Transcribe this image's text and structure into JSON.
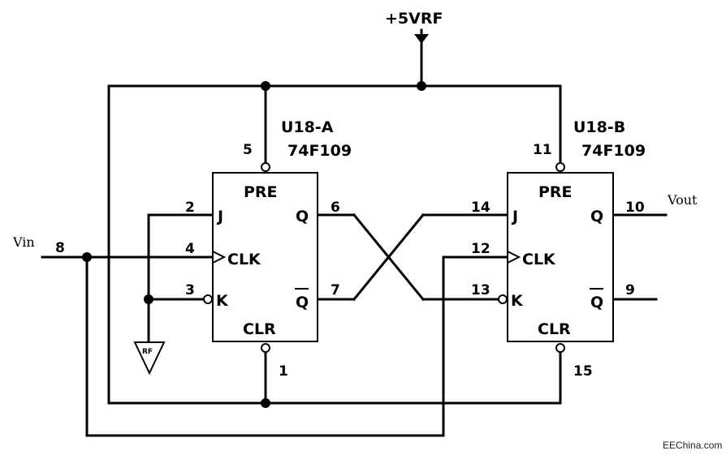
{
  "power": {
    "label": "+5VRF"
  },
  "chips": [
    {
      "ref": "U18-A",
      "part": "74F109",
      "pins": {
        "pre": "5",
        "j": "2",
        "clk": "4",
        "k": "3",
        "q": "6",
        "qbar": "7",
        "clr": "1"
      }
    },
    {
      "ref": "U18-B",
      "part": "74F109",
      "pins": {
        "pre": "11",
        "j": "14",
        "clk": "12",
        "k": "13",
        "q": "10",
        "qbar": "9",
        "clr": "15"
      }
    }
  ],
  "ff_labels": {
    "pre": "PRE",
    "j": "J",
    "clk": "CLK",
    "k": "K",
    "q": "Q",
    "qbar": "Q",
    "clr": "CLR"
  },
  "ports": {
    "vin": "Vin",
    "vin_pin": "8",
    "vout": "Vout"
  },
  "ground": {
    "label": "RF"
  },
  "watermark": "EEChina.com"
}
